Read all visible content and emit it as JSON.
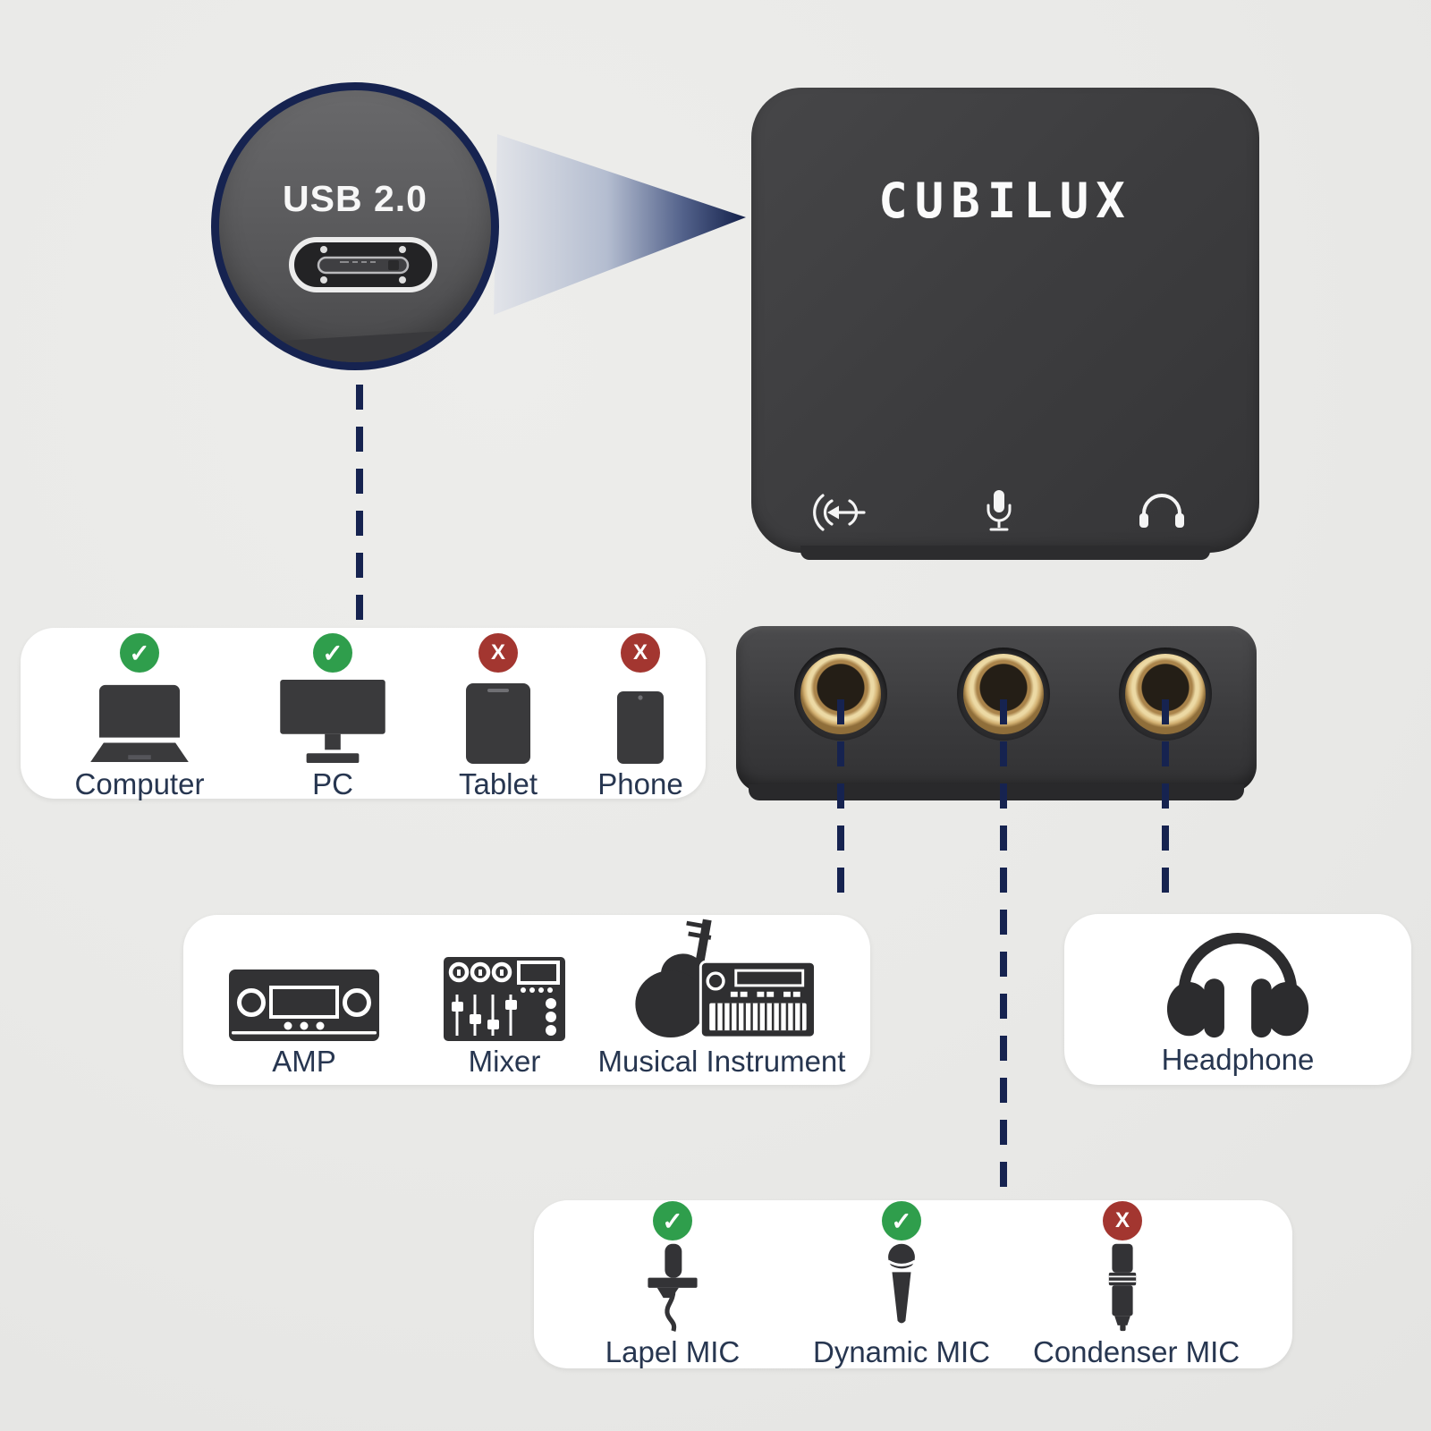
{
  "callout": {
    "label": "USB 2.0"
  },
  "device": {
    "logo": "CUBILUX",
    "bottom_icons": [
      "line-out",
      "microphone",
      "headphone"
    ],
    "jack_count": 3
  },
  "compat_panel": {
    "items": [
      {
        "label": "Computer",
        "status": "supported"
      },
      {
        "label": "PC",
        "status": "supported"
      },
      {
        "label": "Tablet",
        "status": "not-supported"
      },
      {
        "label": "Phone",
        "status": "not-supported"
      }
    ]
  },
  "output_panel": {
    "items": [
      {
        "label": "AMP"
      },
      {
        "label": "Mixer"
      },
      {
        "label": "Musical Instrument"
      }
    ]
  },
  "headphone_panel": {
    "label": "Headphone"
  },
  "mic_panel": {
    "items": [
      {
        "label": "Lapel MIC",
        "status": "supported"
      },
      {
        "label": "Dynamic MIC",
        "status": "supported"
      },
      {
        "label": "Condenser MIC",
        "status": "not-supported"
      }
    ]
  },
  "badges": {
    "check_glyph": "✓",
    "x_glyph": "X"
  },
  "colors": {
    "background": "#e9e9e7",
    "accent_navy": "#162350",
    "device_gray": "#3d3d3f",
    "panel_white": "#ffffff",
    "label_slate": "#273650",
    "badge_green": "#2f9e4c",
    "badge_red": "#a33630",
    "jack_gold": "#d2b071"
  }
}
